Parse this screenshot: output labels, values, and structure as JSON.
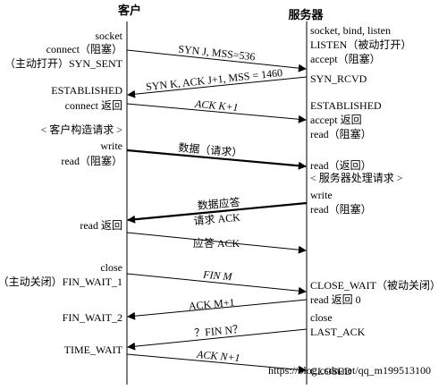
{
  "headers": {
    "client": "客户",
    "server": "服务器"
  },
  "client_labels": [
    "socket",
    "connect（阻塞）",
    "（主动打开）SYN_SENT",
    "ESTABLISHED",
    "connect 返回",
    "< 客户构造请求 >",
    "write",
    "read（阻塞）",
    "read 返回",
    "close",
    "（主动关闭）FIN_WAIT_1",
    "FIN_WAIT_2",
    "TIME_WAIT"
  ],
  "server_labels": [
    "socket, bind, listen",
    "LISTEN（被动打开）",
    "accept（阻塞）",
    "SYN_RCVD",
    "ESTABLISHED",
    "accept 返回",
    "read（阻塞）",
    "read（返回）",
    "< 服务器处理请求 >",
    "write",
    "read（阻塞）",
    "CLOSE_WAIT（被动关闭）",
    "read 返回 0",
    "close",
    "LAST_ACK",
    "CLOSED"
  ],
  "messages": [
    {
      "label": "SYN J, MSS=536",
      "direction": "to-server",
      "bold": false,
      "italic": false
    },
    {
      "label": "SYN K, ACK J+1, MSS = 1460",
      "direction": "to-client",
      "bold": false,
      "italic": false
    },
    {
      "label": "ACK K+1",
      "direction": "to-server",
      "bold": false,
      "italic": true
    },
    {
      "label": "数据（请求）",
      "direction": "to-server",
      "bold": true,
      "italic": false
    },
    {
      "label": "数据应答",
      "label2": "请求 ACK",
      "direction": "to-client",
      "bold": true,
      "italic": false
    },
    {
      "label": "应答 ACK",
      "direction": "to-server",
      "bold": false,
      "italic": false
    },
    {
      "label": "FIN M",
      "direction": "to-server",
      "bold": false,
      "italic": true
    },
    {
      "label": "ACK M+1",
      "direction": "to-client",
      "bold": false,
      "italic": false
    },
    {
      "label": "？FIN N？",
      "direction": "to-client",
      "bold": false,
      "italic": false
    },
    {
      "label": "ACK N+1",
      "direction": "to-server",
      "bold": false,
      "italic": true
    }
  ],
  "watermark": "https://blog.csdn.net/qq_m199513100",
  "colors": {
    "line": "#000000",
    "text": "#000000",
    "watermark": "#d8d8d8"
  }
}
